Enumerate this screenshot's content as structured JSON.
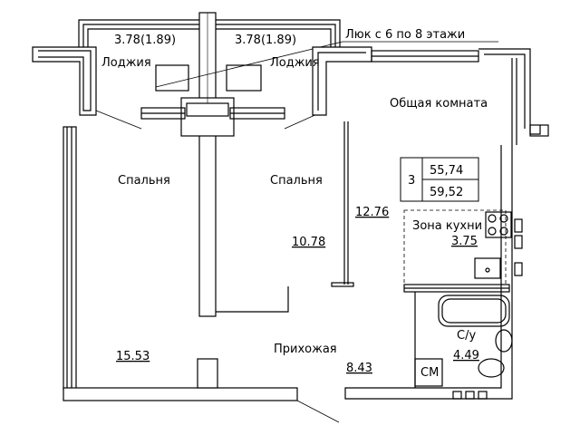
{
  "loggia_left": {
    "area": "3.78(1.89)",
    "name": "Лоджия"
  },
  "loggia_right": {
    "area": "3.78(1.89)",
    "name": "Лоджия"
  },
  "hatch_note": "Люк с 6 по 8 этажи",
  "living_room": {
    "name": "Общая комната",
    "area": "12.76"
  },
  "bedroom_left": {
    "name": "Спальня",
    "area": "15.53"
  },
  "bedroom_right": {
    "name": "Спальня",
    "area": "10.78"
  },
  "hallway": {
    "name": "Прихожая",
    "area": "8.43"
  },
  "kitchen_zone": {
    "name": "Зона кухни",
    "area": "3.75"
  },
  "bathroom": {
    "name": "С/у",
    "area": "4.49"
  },
  "washer_label": "СМ",
  "apartment_badge": {
    "rooms": "3",
    "living_area": "55,74",
    "total_area": "59,52"
  }
}
